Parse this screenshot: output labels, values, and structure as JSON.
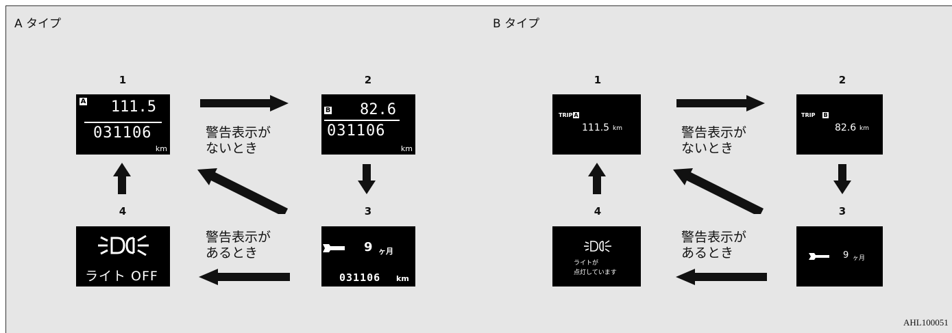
{
  "type_a": {
    "title": "A タイプ",
    "step_numbers": [
      "1",
      "2",
      "3",
      "4"
    ],
    "screen1": {
      "trip_letter": "A",
      "trip_value": "111.5",
      "odometer": "031106",
      "unit": "km"
    },
    "screen2": {
      "trip_letter": "B",
      "trip_value": "82.6",
      "odometer": "031106",
      "unit": "km"
    },
    "screen3": {
      "months_value": "9",
      "months_unit": "ヶ月",
      "odometer": "031106",
      "unit": "km"
    },
    "screen4": {
      "icon_name": "headlight-icon",
      "light_text": "ライト OFF"
    },
    "label_no_warning": [
      "警告表示が",
      "ないとき"
    ],
    "label_warning": [
      "警告表示が",
      "あるとき"
    ]
  },
  "type_b": {
    "title": "B タイプ",
    "step_numbers": [
      "1",
      "2",
      "3",
      "4"
    ],
    "screen1": {
      "trip_label": "TRIP",
      "trip_letter": "A",
      "trip_value": "111.5",
      "unit": "km"
    },
    "screen2": {
      "trip_label": "TRIP",
      "trip_letter": "B",
      "trip_value": "82.6",
      "unit": "km"
    },
    "screen3": {
      "months_value": "9",
      "months_unit": "ヶ月"
    },
    "screen4": {
      "icon_name": "headlight-icon",
      "light_text_line1": "ライトが",
      "light_text_line2": "点灯しています"
    },
    "label_no_warning": [
      "警告表示が",
      "ないとき"
    ],
    "label_warning": [
      "警告表示が",
      "あるとき"
    ]
  },
  "figure_code": "AHL100051",
  "colors": {
    "background": "#e6e6e6",
    "screen": "#000000",
    "arrow": "#111111",
    "text": "#ffffff"
  }
}
